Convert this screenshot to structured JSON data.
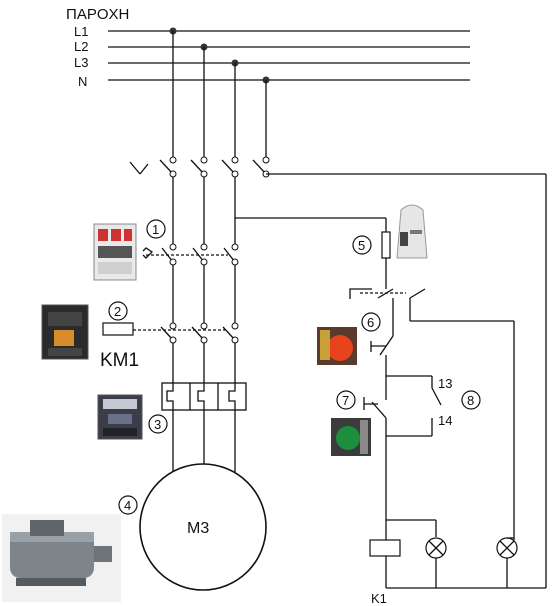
{
  "supply": {
    "title": "ΠΑΡΟΧΗ",
    "lines": [
      "L1",
      "L2",
      "L3",
      "N"
    ]
  },
  "callouts": [
    "1",
    "2",
    "3",
    "4",
    "5",
    "6",
    "7",
    "8"
  ],
  "labels": {
    "contactor": "KM1",
    "motor": "M3",
    "coil": "K1",
    "contact_no_top": "13",
    "contact_no_bottom": "14"
  }
}
